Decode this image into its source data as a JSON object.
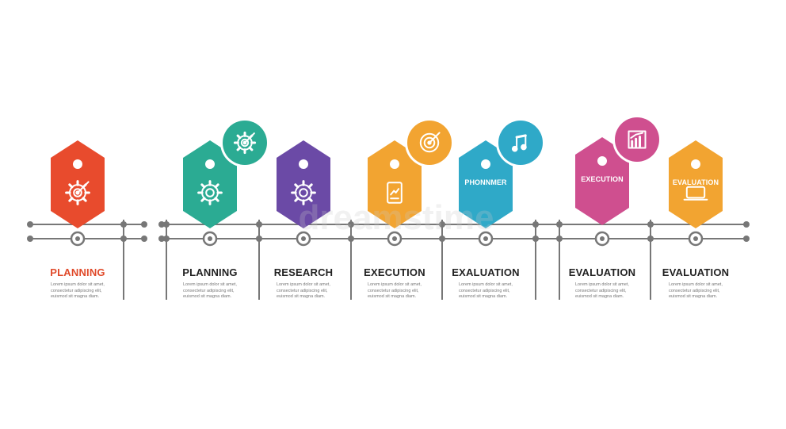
{
  "steps": [
    {
      "label": "PLANNING",
      "label_color": "#e04a2a",
      "tag_color": "#e84b2d",
      "icon": "gear-target-icon",
      "tag_text": "",
      "badge": null,
      "desc": [
        "Lorem ipsum dolor sit amet,",
        "consectetur adipiscing elit,",
        "euismod sit magna diam."
      ]
    },
    {
      "label": "PLANNING",
      "label_color": "#222222",
      "tag_color": "#2bab93",
      "icon": "gear-icon",
      "tag_text": "",
      "badge": {
        "color": "#2bab93",
        "icon": "gear-target-icon"
      },
      "desc": [
        "Lorem ipsum dolor sit amet,",
        "consectetur adipiscing elit,",
        "euismod sit magna diam."
      ]
    },
    {
      "label": "RESEARCH",
      "label_color": "#222222",
      "tag_color": "#6b4aa6",
      "icon": "gear-icon",
      "tag_text": "",
      "badge": null,
      "desc": [
        "Lorem ipsum dolor sit amet,",
        "consectetur adipiscing elit,",
        "euismod sit magna diam."
      ]
    },
    {
      "label": "EXECUTION",
      "label_color": "#222222",
      "tag_color": "#f2a431",
      "icon": "document-chart-icon",
      "tag_text": "",
      "badge": {
        "color": "#f2a431",
        "icon": "target-icon"
      },
      "desc": [
        "Lorem ipsum dolor sit amet,",
        "consectetur adipiscing elit,",
        "euismod sit magna diam."
      ]
    },
    {
      "label": "EXALUATION",
      "label_color": "#222222",
      "tag_color": "#2fa9c8",
      "icon": "",
      "tag_text": "PHONNMER",
      "badge": {
        "color": "#2fa9c8",
        "icon": "music-note-icon"
      },
      "desc": [
        "Lorem ipsum dolor sit amet,",
        "consectetur adipiscing elit,",
        "euismod sit magna diam."
      ]
    },
    {
      "label": "EVALUATION",
      "label_color": "#222222",
      "tag_color": "#cf4f8f",
      "icon": "",
      "tag_text": "EXECUTION",
      "badge": {
        "color": "#cf4f8f",
        "icon": "bar-chart-icon"
      },
      "desc": [
        "Lorem ipsum dolor sit amet,",
        "consectetur adipiscing elit,",
        "euismod sit magna diam."
      ]
    },
    {
      "label": "EVALUATION",
      "label_color": "#222222",
      "tag_color": "#f2a431",
      "icon": "laptop-icon",
      "tag_text": "EVALUATION",
      "badge": null,
      "desc": [
        "Lorem ipsum dolor sit amet,",
        "consectetur adipiscing elit,",
        "euismod sit magna diam."
      ]
    }
  ],
  "watermark": "dreamstime",
  "colors": {
    "line": "#777777",
    "node_fill": "#ffffff",
    "node_stroke": "#777777"
  }
}
